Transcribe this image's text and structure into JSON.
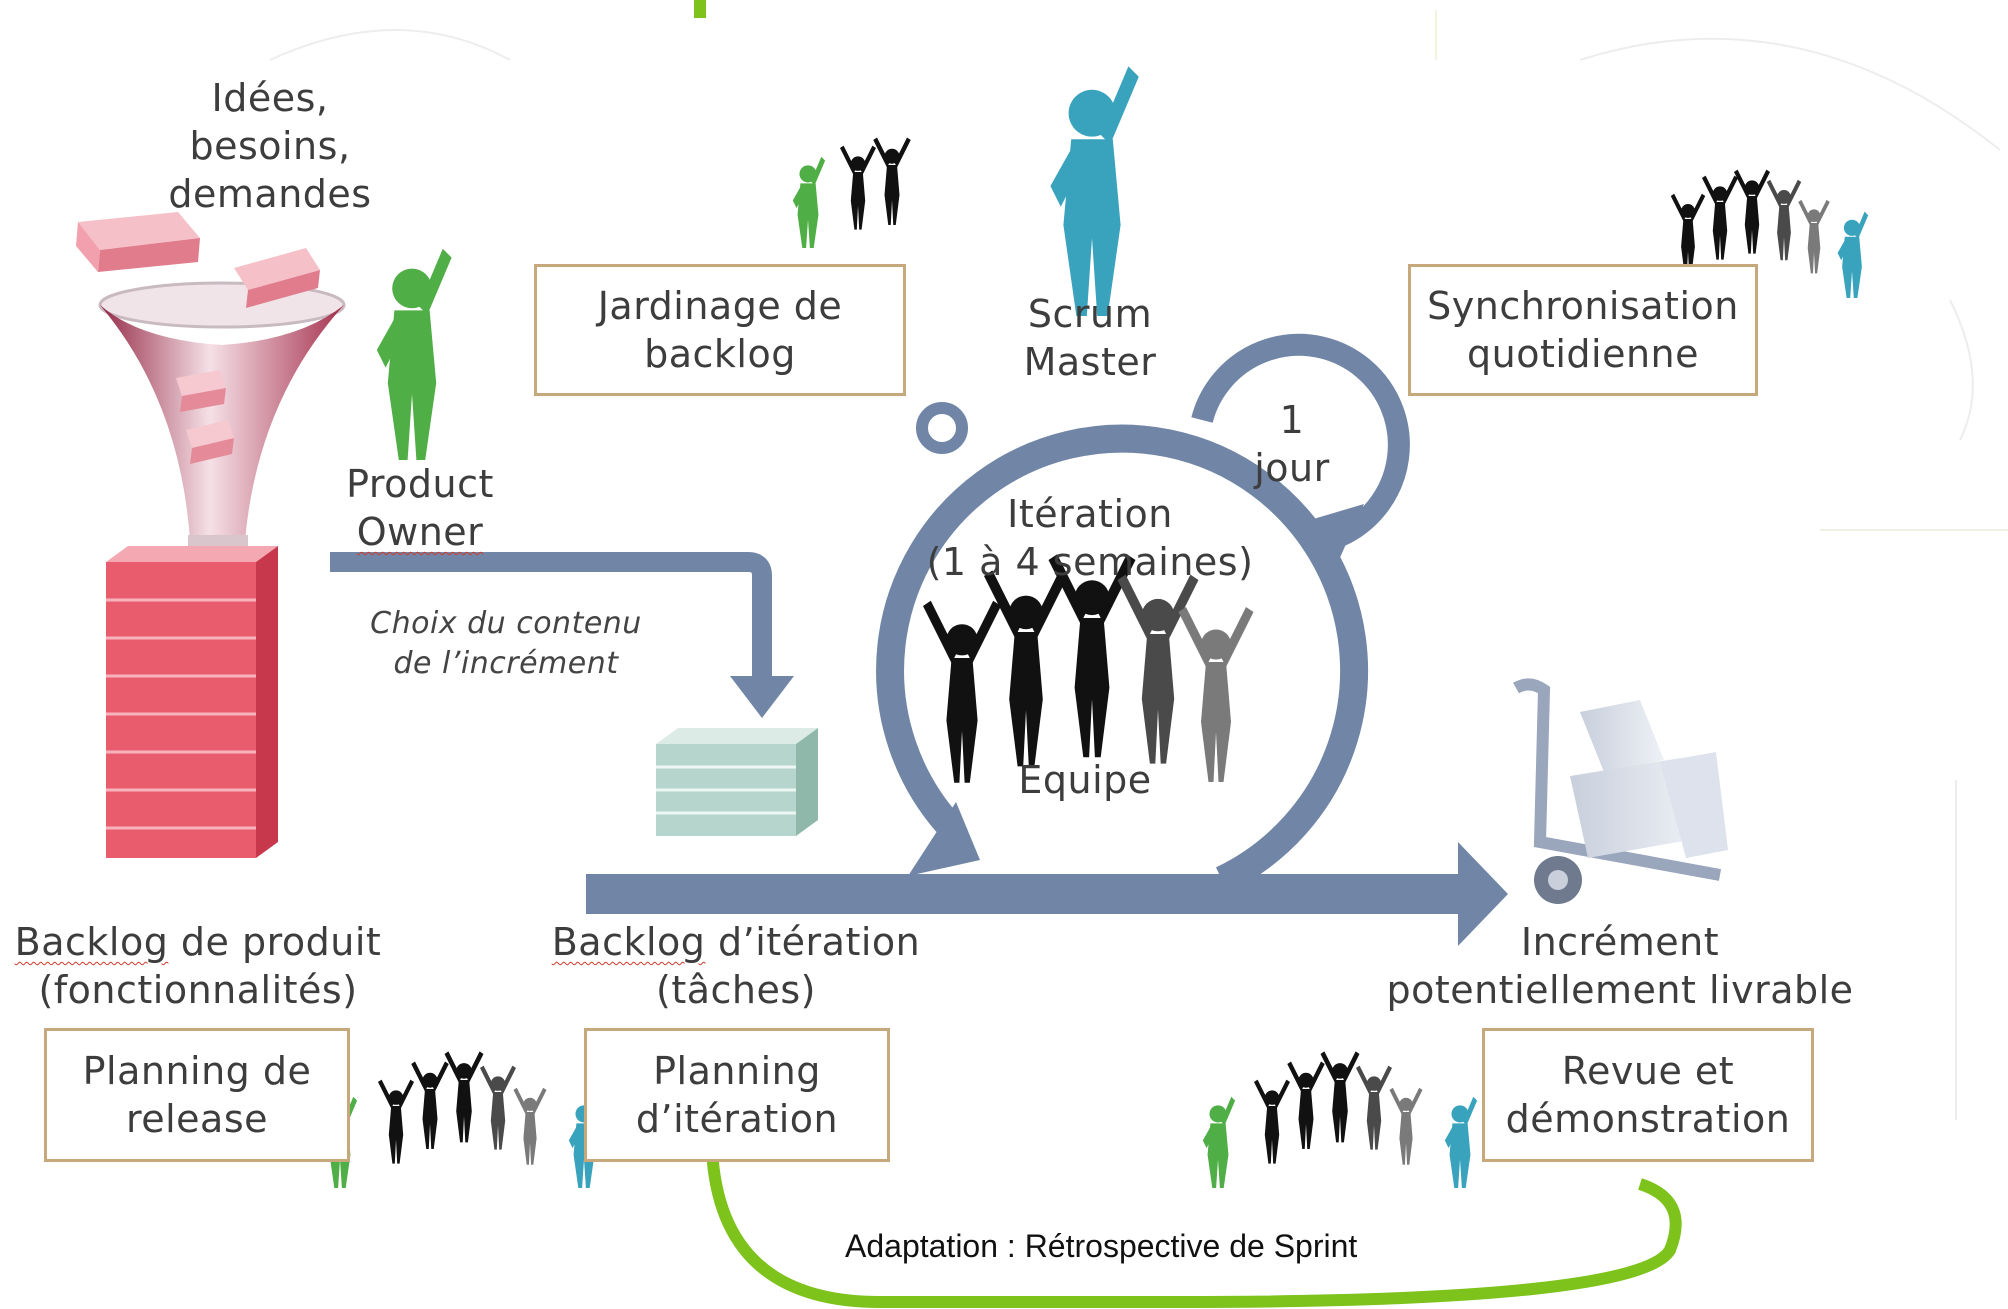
{
  "inputs": {
    "lines": [
      "Idées,",
      "besoins,",
      "demandes"
    ]
  },
  "roles": {
    "product_owner": [
      "Product",
      "Owner"
    ],
    "scrum_master": [
      "Scrum",
      "Master"
    ],
    "team": "Equipe"
  },
  "ceremonies": {
    "grooming": [
      "Jardinage de",
      "backlog"
    ],
    "daily": [
      "Synchronisation",
      "quotidienne"
    ],
    "release_planning": [
      "Planning de",
      "release"
    ],
    "iteration_planning": [
      "Planning",
      "d’itération"
    ],
    "review": [
      "Revue et",
      "démonstration"
    ]
  },
  "iteration": {
    "title": "Itération",
    "duration": "(1 à 4 semaines)",
    "day": [
      "1",
      "jour"
    ]
  },
  "content_choice": [
    "Choix du contenu",
    "de l’incrément"
  ],
  "artifacts": {
    "product_backlog": {
      "word": "Backlog",
      "rest": " de produit",
      "line2": "(fonctionnalités)"
    },
    "sprint_backlog": {
      "word": "Backlog",
      "rest": " d’itération",
      "line2": "(tâches)"
    },
    "increment": [
      "Incrément",
      "potentiellement livrable"
    ]
  },
  "retrospective": "Adaptation : Rétrospective de Sprint",
  "colors": {
    "flow_arrow": "#7186a6",
    "retro_arrow": "#7dc31c",
    "box_border": "#c7a77c",
    "product_owner": "#4fae45",
    "scrum_master": "#39a3bd",
    "team": "#111111",
    "backlog_stack": "#e95c6e",
    "sprint_stack": "#b6d5cc"
  }
}
